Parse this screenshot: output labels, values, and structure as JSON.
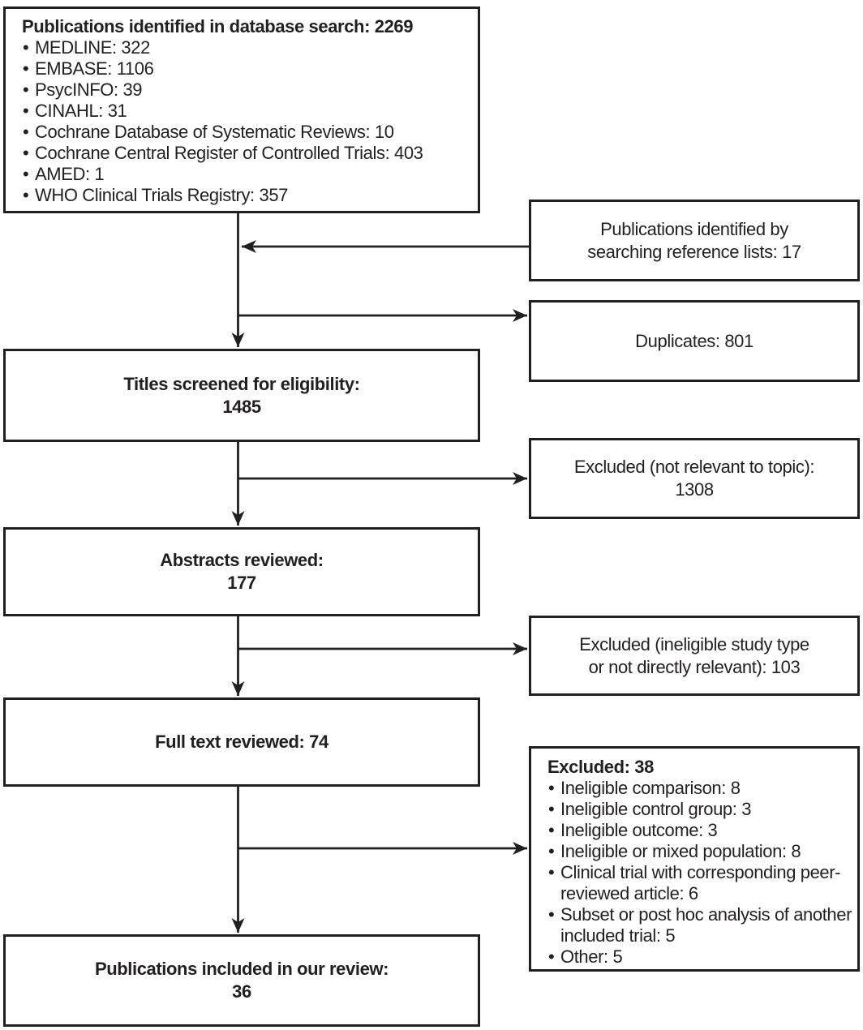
{
  "ink": "#231f20",
  "boxes": {
    "database_search": {
      "title": "Publications identified in database search: 2269",
      "items": [
        "MEDLINE: 322",
        "EMBASE: 1106",
        "PsycINFO: 39",
        "CINAHL: 31",
        "Cochrane Database of Systematic Reviews: 10",
        "Cochrane Central Register of Controlled Trials: 403",
        "AMED: 1",
        "WHO Clinical Trials Registry: 357"
      ]
    },
    "reference_lists": {
      "lines": [
        "Publications identified by",
        "searching reference lists: 17"
      ]
    },
    "duplicates": {
      "lines": [
        "Duplicates: 801"
      ]
    },
    "titles_screened": {
      "lines": [
        "Titles screened for eligibility:",
        "1485"
      ]
    },
    "excluded_titles": {
      "lines": [
        "Excluded (not relevant to topic):",
        "1308"
      ]
    },
    "abstracts_reviewed": {
      "lines": [
        "Abstracts reviewed:",
        "177"
      ]
    },
    "excluded_abstracts": {
      "lines": [
        "Excluded (ineligible study type",
        "or not directly relevant): 103"
      ]
    },
    "full_text_reviewed": {
      "lines": [
        "Full text reviewed: 74"
      ]
    },
    "excluded_full_text": {
      "title": "Excluded: 38",
      "items": [
        "Ineligible comparison: 8",
        "Ineligible control group: 3",
        "Ineligible outcome: 3",
        "Ineligible or mixed population: 8",
        "Clinical trial with corresponding peer-reviewed article: 6",
        "Subset or post hoc analysis of another included trial: 5",
        "Other: 5"
      ]
    },
    "included": {
      "lines": [
        "Publications included in our review:",
        "36"
      ]
    }
  }
}
